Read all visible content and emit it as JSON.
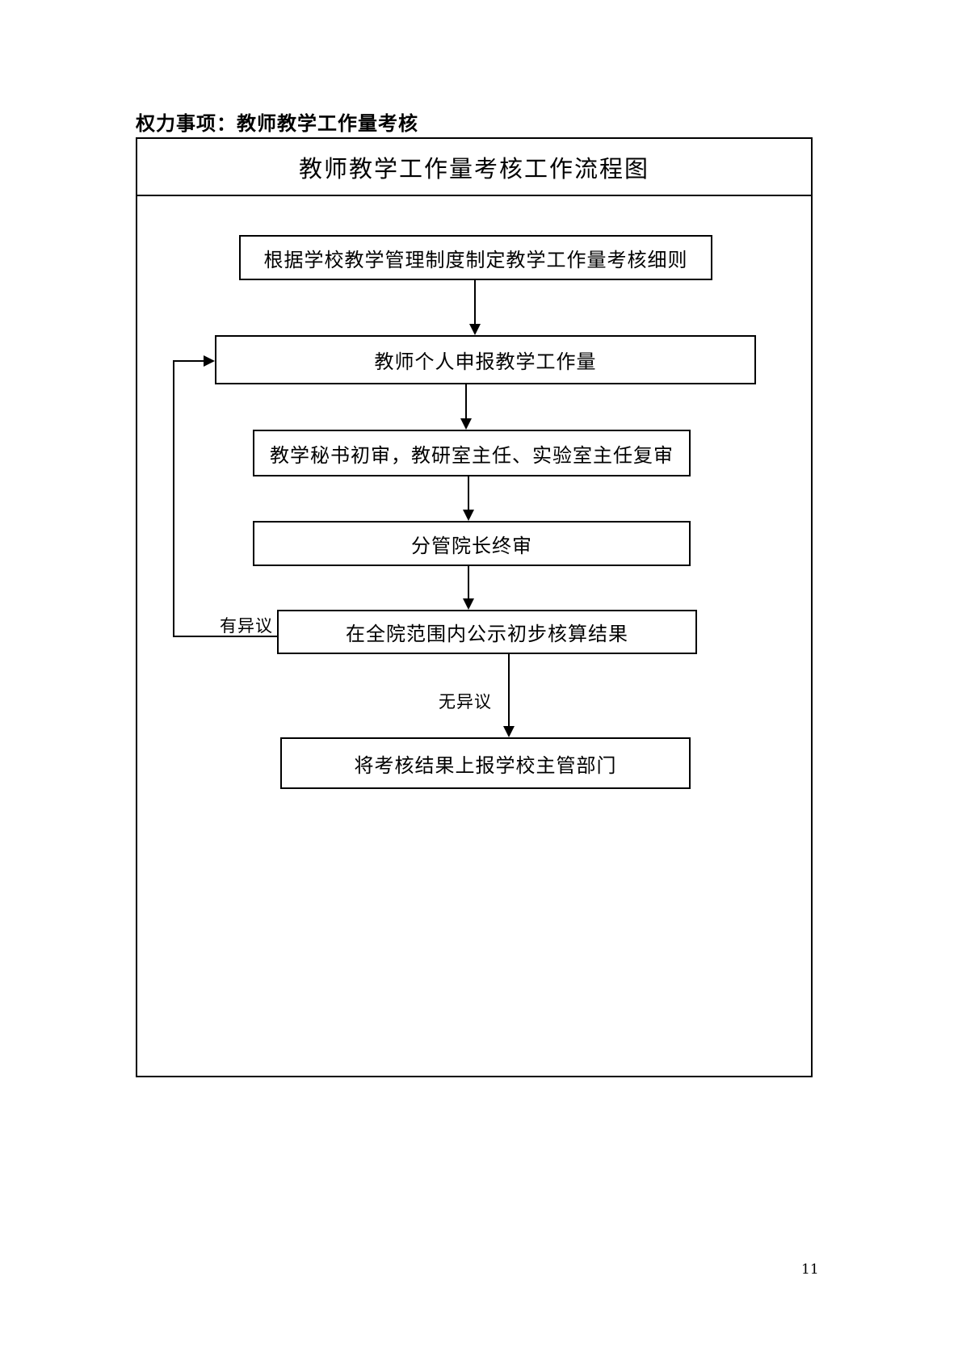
{
  "document": {
    "heading": "权力事项：教师教学工作量考核",
    "page_number": "11"
  },
  "flowchart": {
    "title": "教师教学工作量考核工作流程图",
    "steps": [
      {
        "label": "根据学校教学管理制度制定教学工作量考核细则"
      },
      {
        "label": "教师个人申报教学工作量"
      },
      {
        "label": "教学秘书初审，教研室主任、实验室主任复审"
      },
      {
        "label": "分管院长终审"
      },
      {
        "label": "在全院范围内公示初步核算结果"
      },
      {
        "label": "将考核结果上报学校主管部门"
      }
    ],
    "branches": {
      "objection": "有异议",
      "no_objection": "无异议"
    },
    "colors": {
      "line": "#000000",
      "background": "#ffffff"
    }
  }
}
